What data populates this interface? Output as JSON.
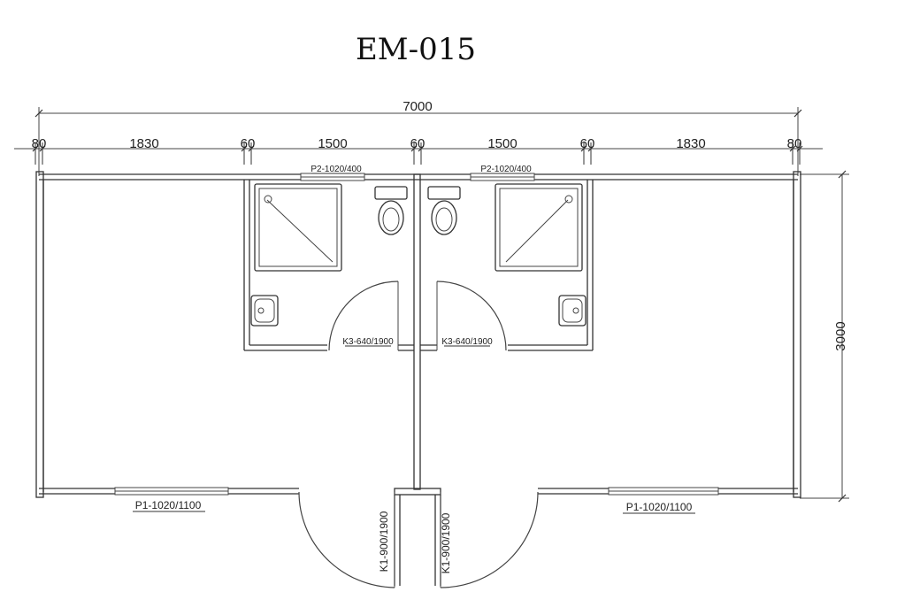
{
  "title": "EM-015",
  "dimensions": {
    "overall_width": "7000",
    "segments": [
      "80",
      "1830",
      "60",
      "1500",
      "60",
      "1500",
      "60",
      "1830",
      "80"
    ],
    "height": "3000"
  },
  "windows": {
    "p1_left": "P1-1020/1100",
    "p1_right": "P1-1020/1100",
    "p2_left": "P2-1020/400",
    "p2_right": "P2-1020/400"
  },
  "doors": {
    "k1_left": "K1-900/1900",
    "k1_right": "K1-900/1900",
    "k3_left": "K3-640/1900",
    "k3_right": "K3-640/1900"
  }
}
